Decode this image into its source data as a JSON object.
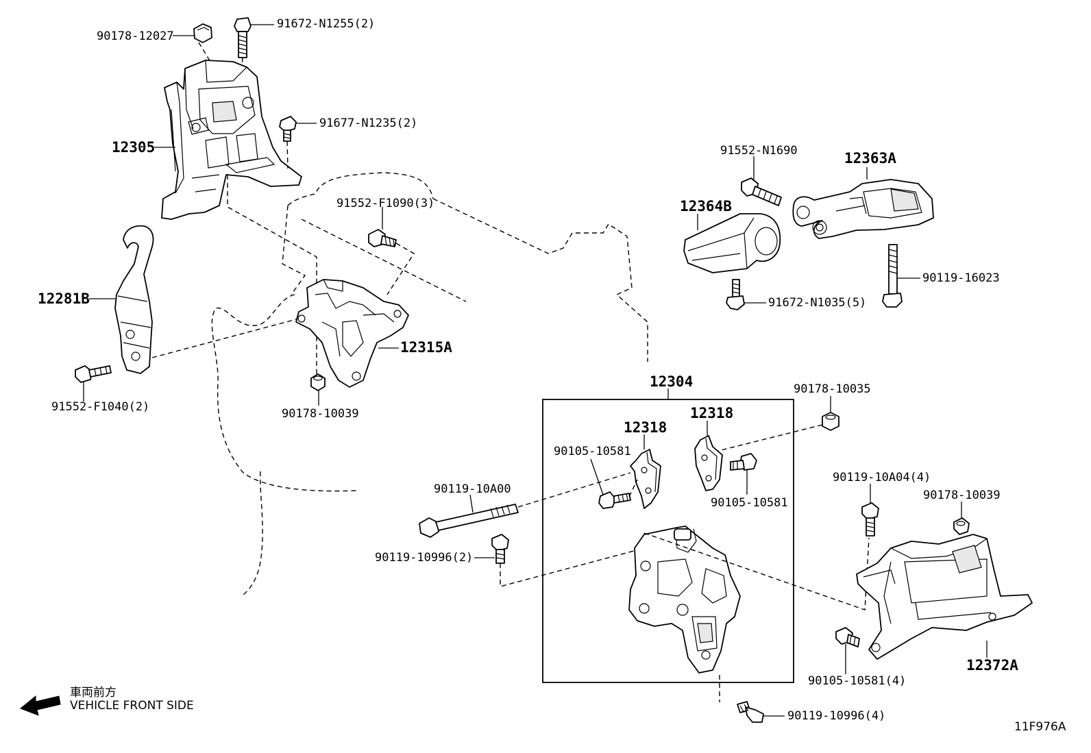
{
  "labels": {
    "p90178_12027": "90178-12027",
    "p91672_N1255": "91672-N1255(2)",
    "p91677_N1235": "91677-N1235(2)",
    "p12305": "12305",
    "p91552_F1090": "91552-F1090(3)",
    "p12281B": "12281B",
    "p12315A": "12315A",
    "p91552_F1040": "91552-F1040(2)",
    "p90178_10039_a": "90178-10039",
    "p91552_N1690": "91552-N1690",
    "p12363A": "12363A",
    "p12364B": "12364B",
    "p90119_16023": "90119-16023",
    "p91672_N1035": "91672-N1035(5)",
    "p12304": "12304",
    "p90178_10035": "90178-10035",
    "p12318_a": "12318",
    "p12318_b": "12318",
    "p90105_10581_a": "90105-10581",
    "p90105_10581_b": "90105-10581",
    "p90119_10A00": "90119-10A00",
    "p90119_10996_2": "90119-10996(2)",
    "p90119_10A04": "90119-10A04(4)",
    "p90178_10039_b": "90178-10039",
    "p90105_10581_4": "90105-10581(4)",
    "p12372A": "12372A",
    "p90119_10996_4": "90119-10996(4)"
  },
  "front_side": {
    "jp": "車両前方",
    "en": "VEHICLE FRONT SIDE"
  },
  "figure_code": "11F976A"
}
